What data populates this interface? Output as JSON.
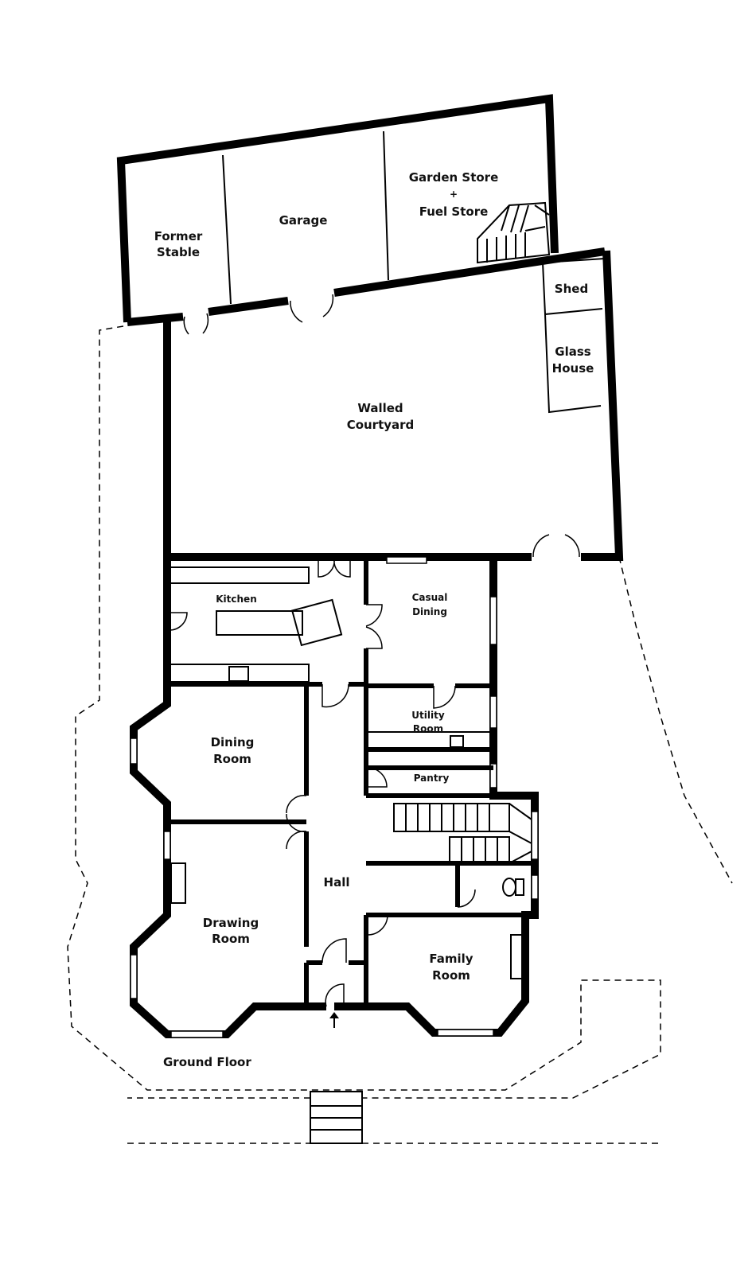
{
  "plan": {
    "title": "Ground Floor",
    "rooms": {
      "former_stable": [
        "Former",
        "Stable"
      ],
      "garage": [
        "Garage"
      ],
      "garden_store": [
        "Garden Store",
        "+",
        "Fuel Store"
      ],
      "shed": [
        "Shed"
      ],
      "glass_house": [
        "Glass",
        "House"
      ],
      "walled_courtyard": [
        "Walled",
        "Courtyard"
      ],
      "kitchen": [
        "Kitchen"
      ],
      "casual_dining": [
        "Casual",
        "Dining"
      ],
      "utility_room": [
        "Utility",
        "Room"
      ],
      "pantry": [
        "Pantry"
      ],
      "dining_room": [
        "Dining",
        "Room"
      ],
      "drawing_room": [
        "Drawing",
        "Room"
      ],
      "hall": [
        "Hall"
      ],
      "family_room": [
        "Family",
        "Room"
      ]
    }
  }
}
